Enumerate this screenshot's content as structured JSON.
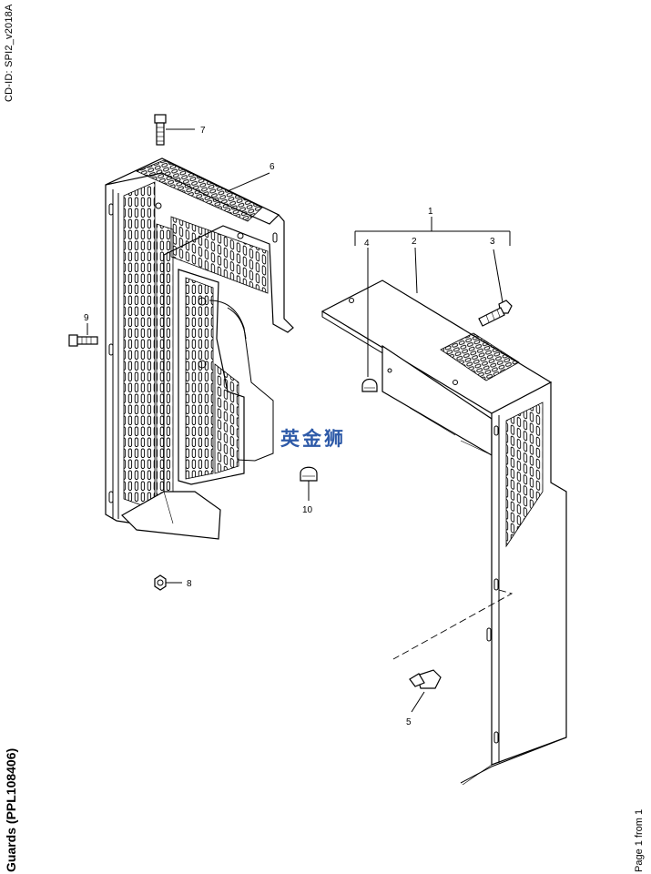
{
  "header": {
    "cd_id": "CD-ID: SPI2_v2018A"
  },
  "footer": {
    "title": "Guards (PPL108406)",
    "page": "Page 1 from 1"
  },
  "watermark": {
    "text": "英金狮",
    "color": "#2e5aa8"
  },
  "callouts": [
    "1",
    "2",
    "3",
    "4",
    "5",
    "6",
    "7",
    "8",
    "9",
    "10"
  ]
}
